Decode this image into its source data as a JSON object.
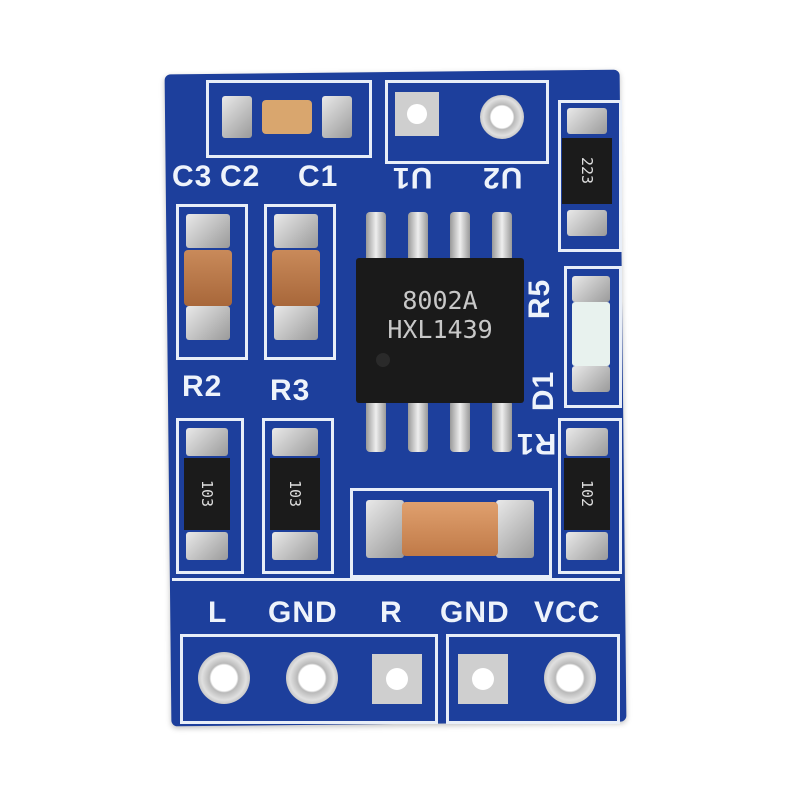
{
  "board_color": "#1d3f9c",
  "silkscreen": {
    "top_labels": [
      "C3",
      "C2",
      "C1",
      "U1",
      "U2"
    ],
    "side_labels": [
      "R5",
      "D1",
      "R1",
      "R2",
      "R3"
    ],
    "bottom_labels": [
      "L",
      "GND",
      "R",
      "GND",
      "VCC"
    ]
  },
  "chip": {
    "line1": "8002A",
    "line2": "HXL1439"
  },
  "resistor_codes": [
    "223",
    "103",
    "103",
    "102"
  ]
}
